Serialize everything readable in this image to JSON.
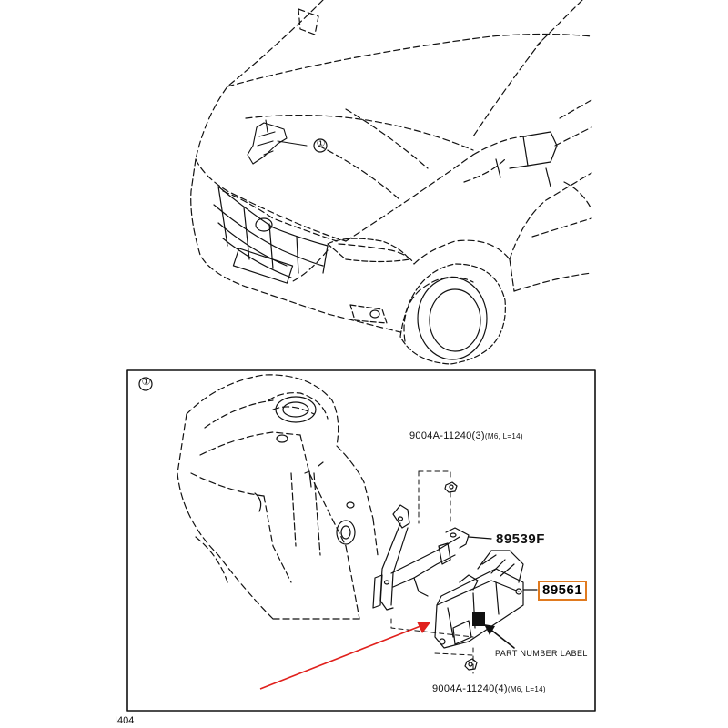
{
  "callouts": {
    "main_ref": "①",
    "inset_ref": "①"
  },
  "parts": {
    "bolt_top": {
      "number": "9004A-11240",
      "qty": "(3)",
      "spec": "(M6, L=14)"
    },
    "bracket": {
      "number": "89539F"
    },
    "ecu": {
      "number": "89561"
    },
    "label_note": "PART NUMBER LABEL",
    "bolt_bottom": {
      "number": "9004A-11240",
      "qty": "(4)",
      "spec": "(M6, L=14)"
    }
  },
  "figure_code": "I404",
  "colors": {
    "highlight_box": "#e07a1f",
    "pointer_arrow": "#e0201c",
    "line": "#111111"
  }
}
